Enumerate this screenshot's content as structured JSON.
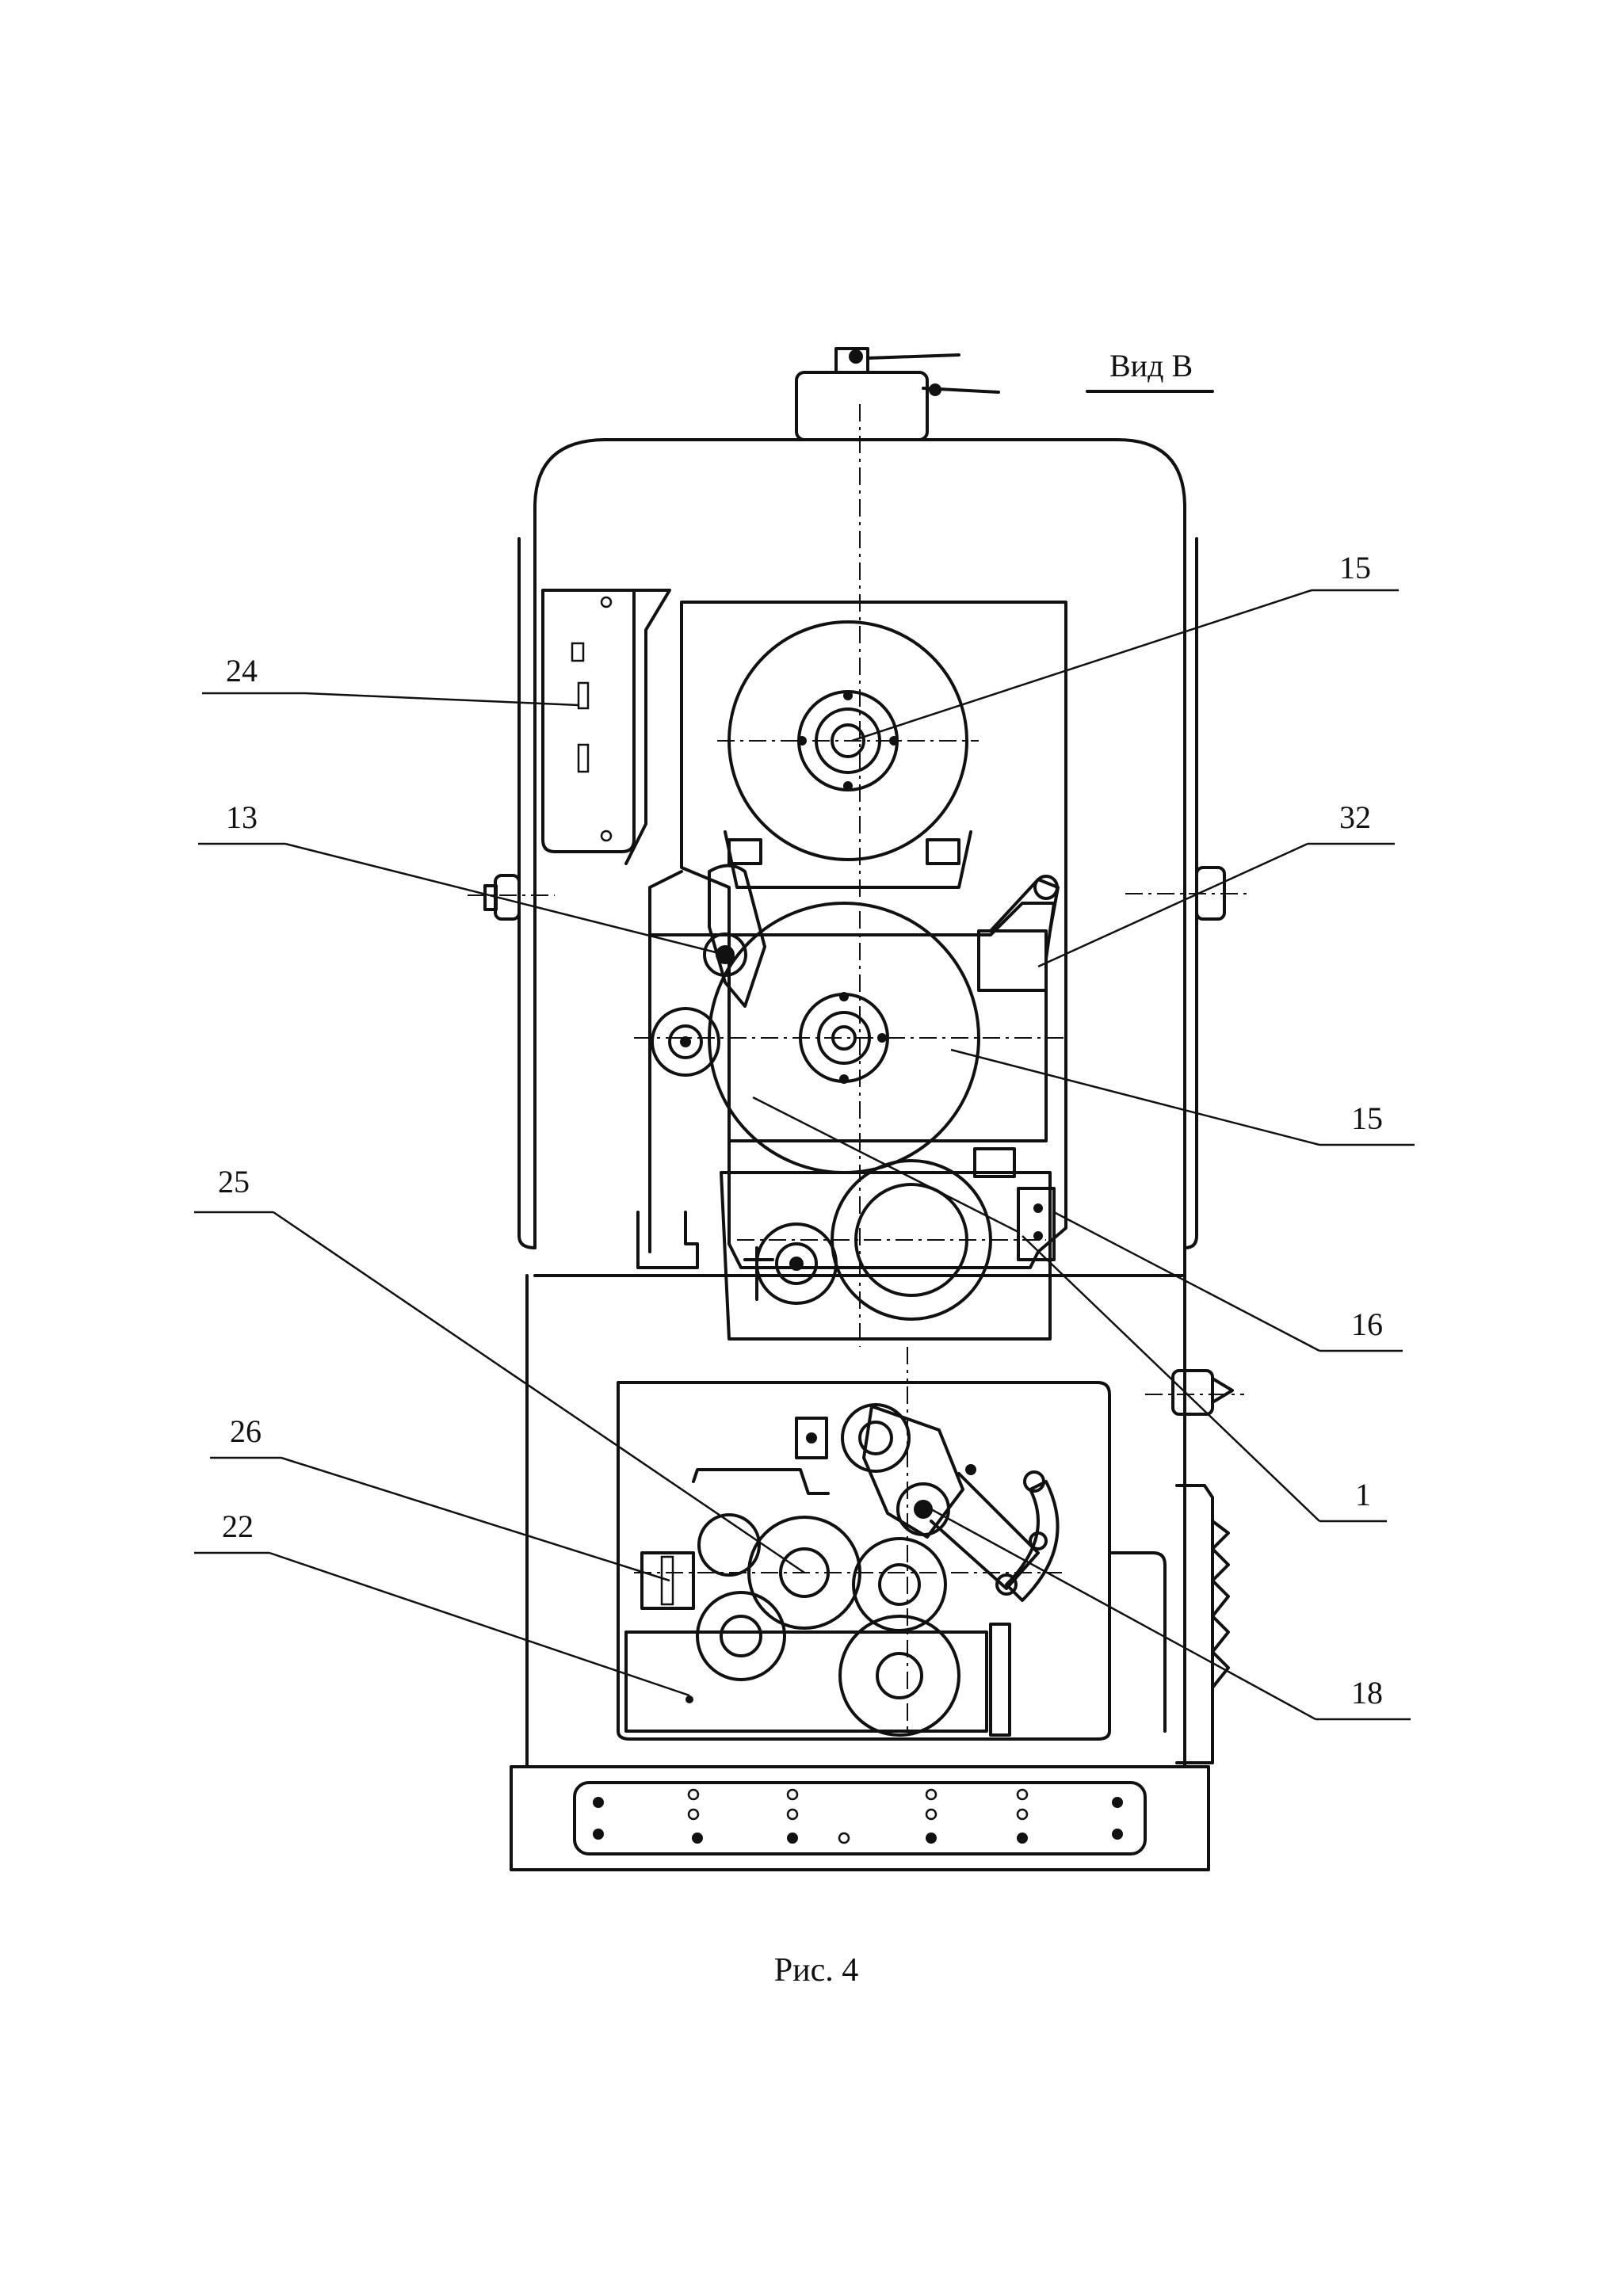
{
  "view_title": "Вид В",
  "caption": "Рис. 4",
  "callouts": {
    "c15_top": "15",
    "c24": "24",
    "c13": "13",
    "c32": "32",
    "c15_mid": "15",
    "c25": "25",
    "c16": "16",
    "c26": "26",
    "c1": "1",
    "c22": "22",
    "c18": "18"
  }
}
